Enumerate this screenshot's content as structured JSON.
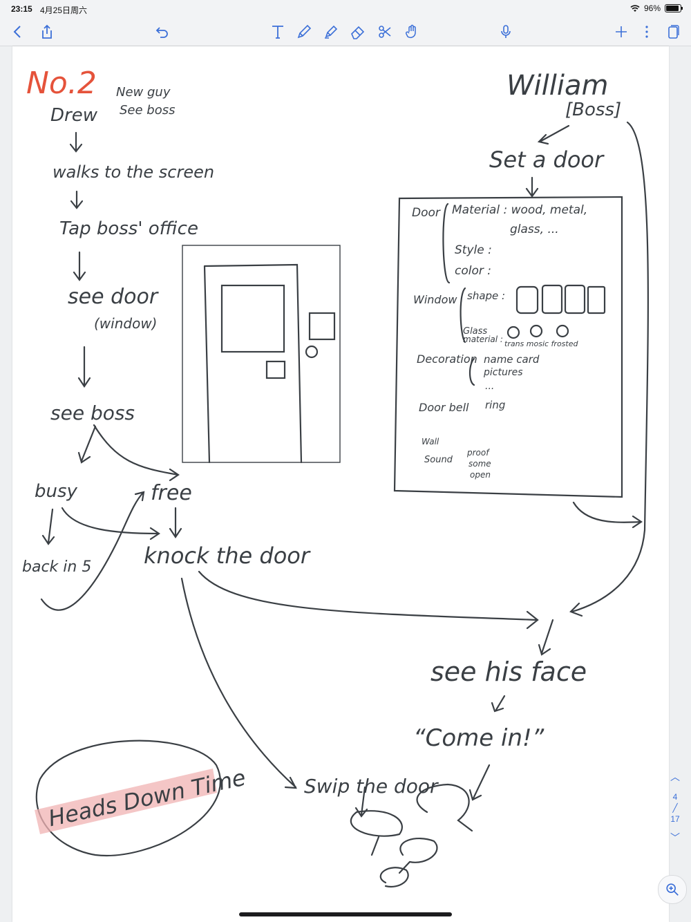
{
  "status": {
    "time": "23:15",
    "date": "4月25日周六",
    "battery": "96%"
  },
  "toolbar": {
    "back_icon": "chevron-left-icon",
    "share_icon": "share-icon",
    "undo_icon": "undo-icon",
    "tools": [
      "text-tool-icon",
      "pen-icon",
      "highlighter-icon",
      "eraser-icon",
      "lasso-icon",
      "hand-icon"
    ],
    "mic_icon": "microphone-icon",
    "add_icon": "plus-icon",
    "more_icon": "more-icon",
    "pages_icon": "pages-icon",
    "accent": "#3b6fd8"
  },
  "note": {
    "title": "No.2",
    "drew": "Drew",
    "drew_notes": [
      "New guy",
      "See boss"
    ],
    "flow": [
      "walks to the screen",
      "Tap boss' office",
      "see door",
      "(window)",
      "see boss",
      "busy",
      "free",
      "back in 5",
      "knock the door",
      "Swip the door",
      "see his face",
      "“Come in!”"
    ],
    "william": "William",
    "boss": "[Boss]",
    "set_door": "Set a door",
    "spec": {
      "door": "Door",
      "material": "Material : wood, metal,",
      "material2": "glass, ...",
      "style": "Style :",
      "color": "color :",
      "window": "Window",
      "shape": "shape :",
      "glass": "Glass",
      "material_label": "material :",
      "glass_types": "trans  mosic  frosted",
      "decoration": "Decoration",
      "name_card": "name card",
      "pictures": "pictures",
      "etc": "...",
      "door_bell": "Door bell",
      "ring": "ring",
      "wall": "Wall",
      "sound": "Sound",
      "proof": "proof",
      "some": "some",
      "open": "open"
    },
    "stamp": "Heads Down Time",
    "ink_color": "#3a3f44",
    "title_color": "#e5533b",
    "stamp_color": "#f0b3b3"
  },
  "pager": {
    "up_icon": "chevron-up-icon",
    "current": "4",
    "total": "17",
    "down_icon": "chevron-down-icon",
    "zoom_icon": "zoom-in-icon"
  }
}
